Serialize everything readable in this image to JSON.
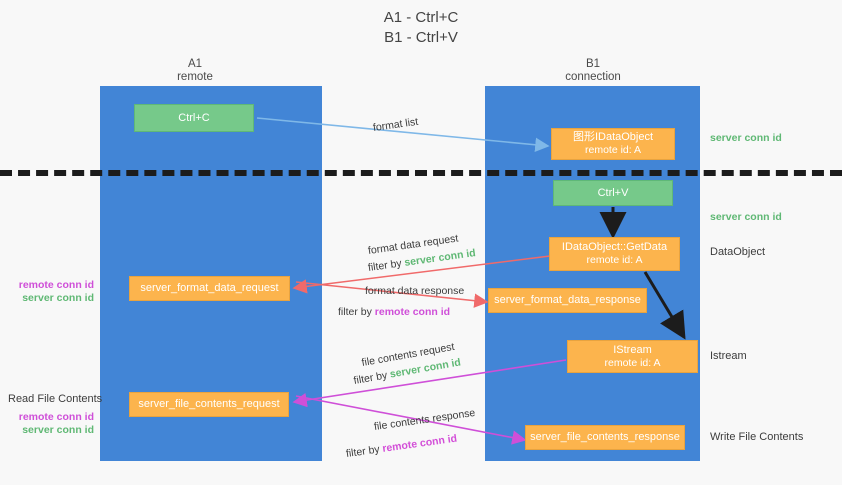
{
  "title": {
    "line1": "A1 - Ctrl+C",
    "line2": "B1 - Ctrl+V"
  },
  "lanes": [
    {
      "name": "A1",
      "sub": "remote"
    },
    {
      "name": "B1",
      "sub": "connection"
    }
  ],
  "boxes": {
    "ctrl_c": {
      "label": "Ctrl+C"
    },
    "ctrl_v": {
      "label": "Ctrl+V"
    },
    "idataobject": {
      "line1": "图形IDataObject",
      "line2": "remote id: A"
    },
    "getdata": {
      "line1": "IDataObject::GetData",
      "line2": "remote id: A"
    },
    "istream": {
      "line1": "IStream",
      "line2": "remote id: A"
    },
    "server_format_data_request": {
      "label": "server_format_data_request"
    },
    "server_format_data_response": {
      "label": "server_format_data_response"
    },
    "server_file_contents_request": {
      "label": "server_file_contents_request"
    },
    "server_file_contents_response": {
      "label": "server_file_contents_response"
    }
  },
  "edge_labels": {
    "format_list": "format list",
    "format_data_request": "format data request",
    "format_data_request_filter_prefix": "filter by ",
    "format_data_request_filter_key": "server conn id",
    "format_data_response": "format data response",
    "format_data_response_filter_prefix": "filter by ",
    "format_data_response_filter_key": "remote conn id",
    "file_contents_request": "file contents request",
    "file_contents_request_filter_prefix": "filter by ",
    "file_contents_request_filter_key": "server conn id",
    "file_contents_response": "file contents response",
    "file_contents_response_filter_prefix": "filter by ",
    "file_contents_response_filter_key": "remote conn id"
  },
  "right_labels": {
    "server_conn_id_1": "server conn id",
    "server_conn_id_2": "server conn id",
    "data_object": "DataObject",
    "istream": "Istream",
    "write_file_contents": "Write File Contents"
  },
  "left_labels": {
    "remote_conn_id_1": "remote conn id",
    "server_conn_id_1": "server conn id",
    "read_file_contents": "Read File Contents",
    "remote_conn_id_2": "remote conn id",
    "server_conn_id_2": "server conn id"
  },
  "colors": {
    "lane": "#4285d6",
    "green_box": "#76c98a",
    "orange_box": "#fcb44d",
    "server_conn_id": "#5fb874",
    "remote_conn_id": "#cf4fd8",
    "wire_blue": "#7fb8e8",
    "wire_red": "#f06a6a",
    "wire_magenta": "#cf4fd8",
    "wire_dark": "#1c1c1c",
    "background": "#f8f8f8"
  }
}
